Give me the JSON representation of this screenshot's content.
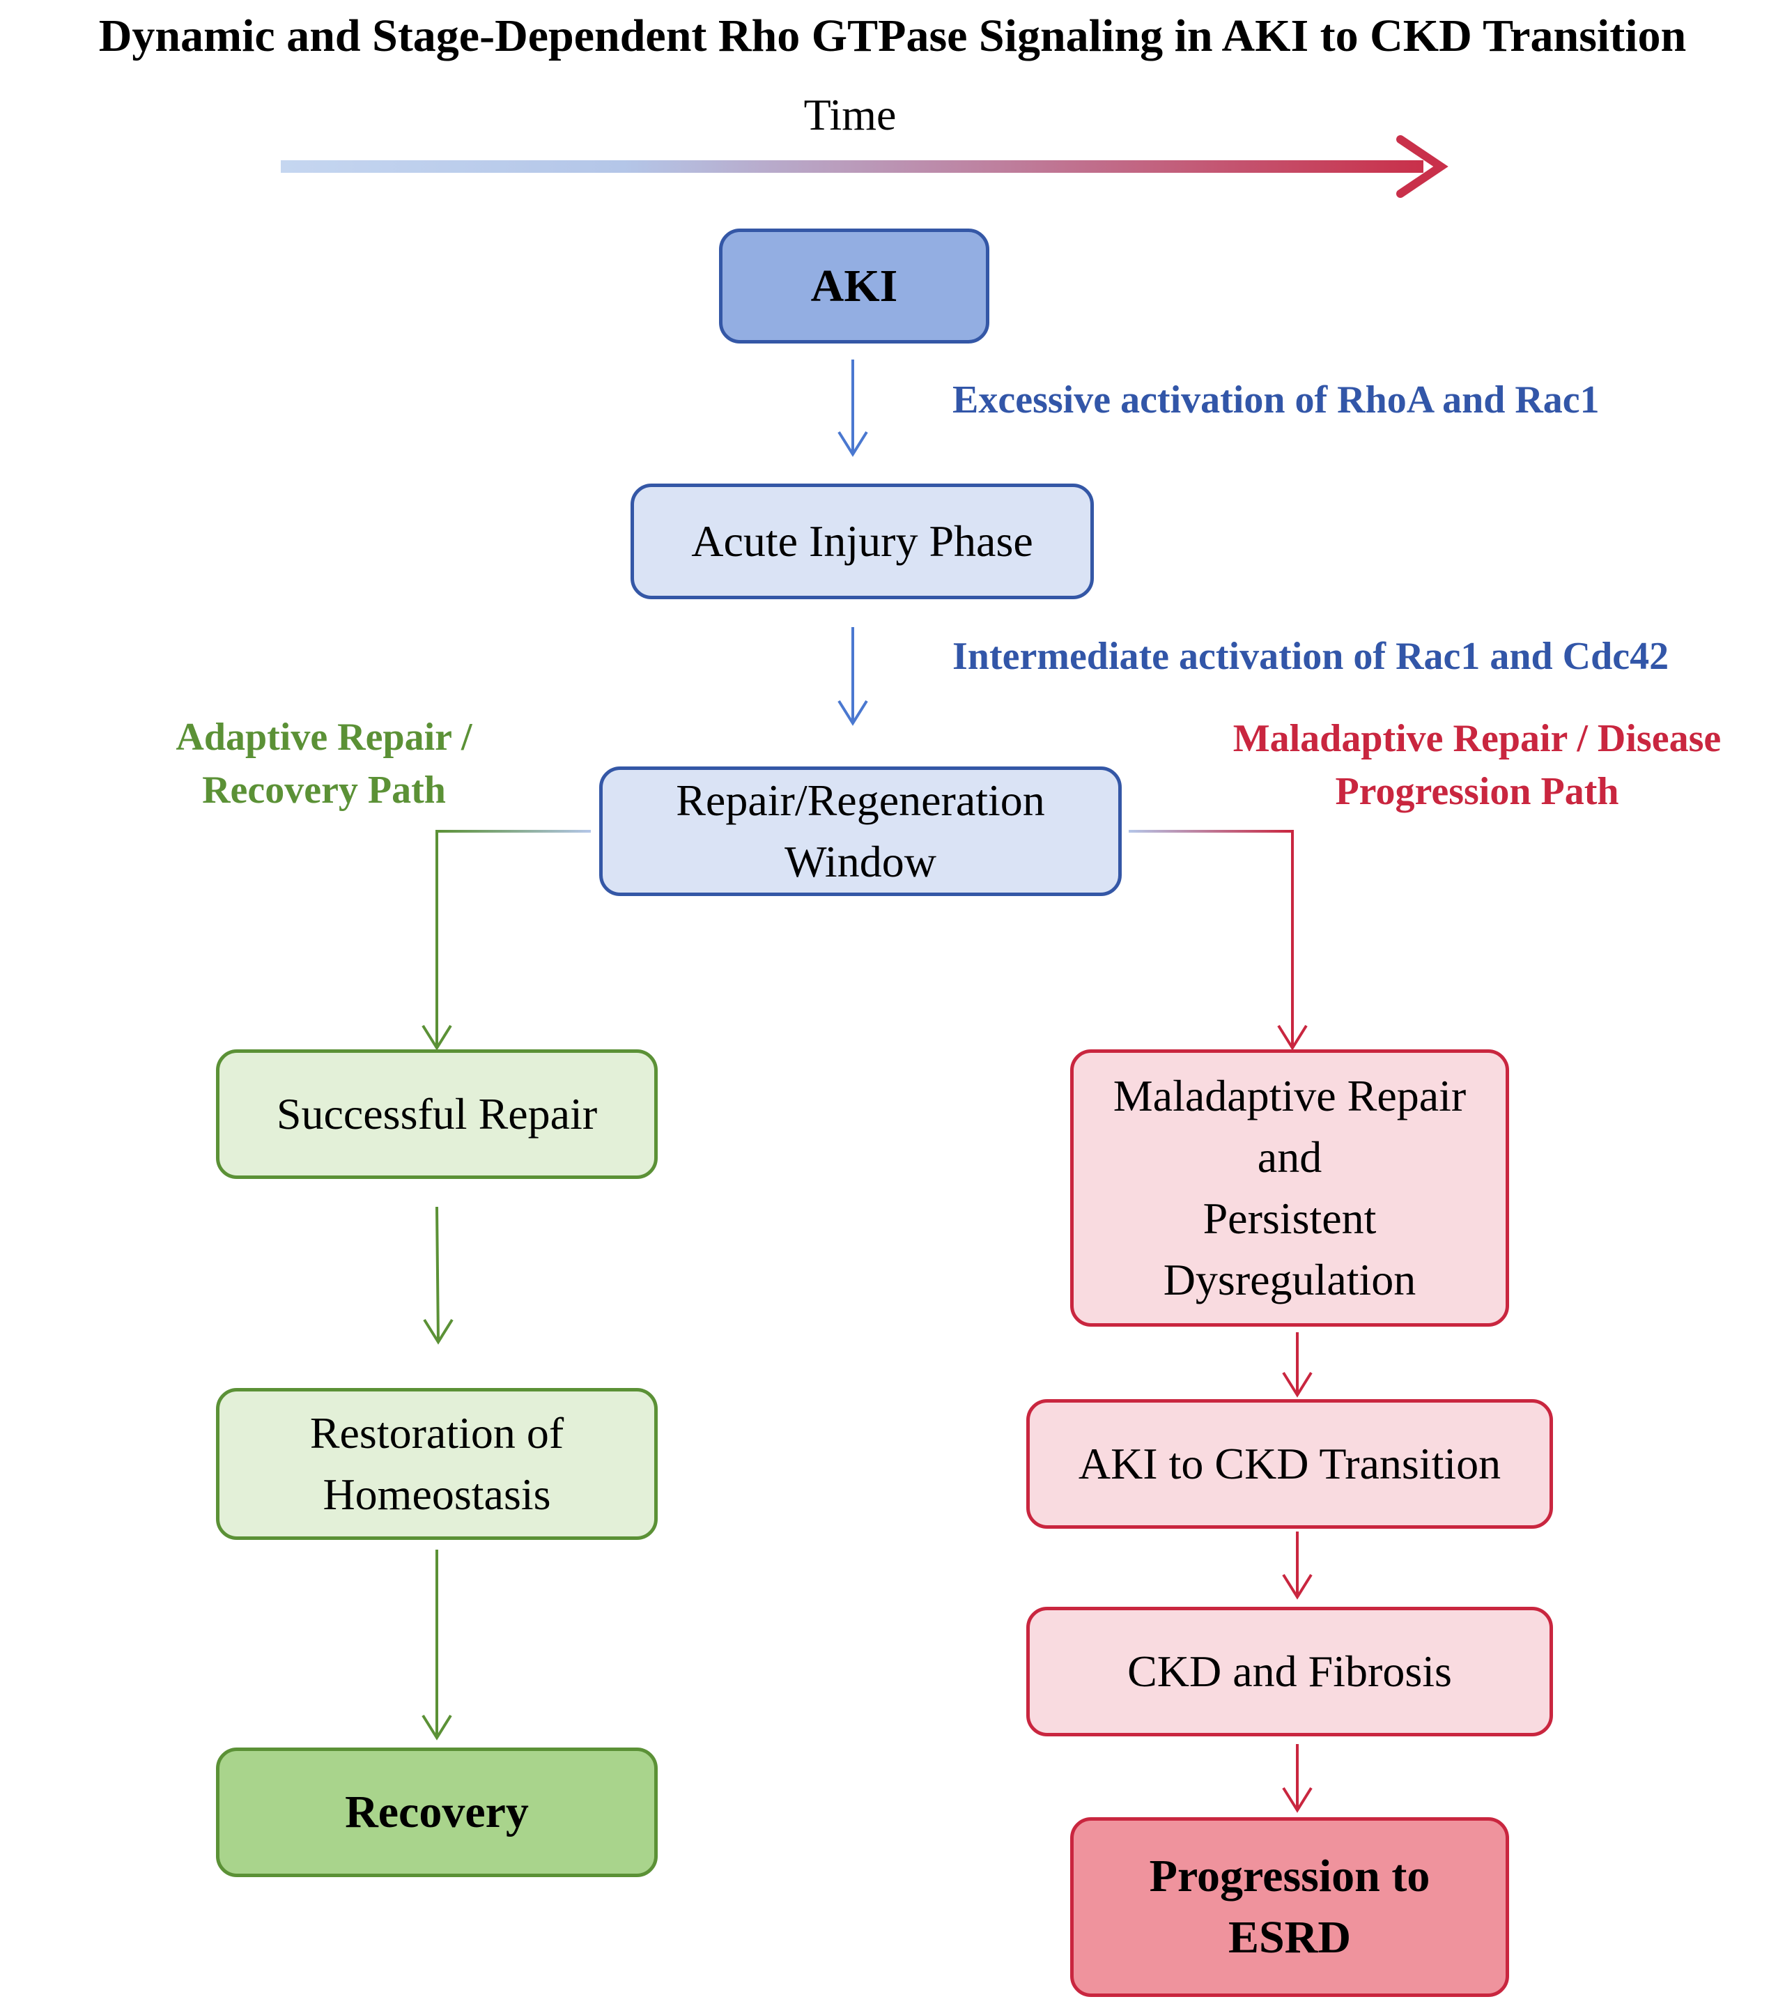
{
  "title": "Dynamic and Stage-Dependent Rho GTPase Signaling in AKI to CKD Transition",
  "time_axis": {
    "label": "Time",
    "gradient_start": "#c5d6f0",
    "gradient_end": "#c9304a"
  },
  "colors": {
    "blue": "#3457a6",
    "green": "#5b9136",
    "red": "#c9263f"
  },
  "nodes": {
    "aki": "AKI",
    "acute_injury": "Acute Injury Phase",
    "repair_window": "Repair/Regeneration\nWindow",
    "successful_repair": "Successful Repair",
    "restoration": "Restoration of\nHomeostasis",
    "recovery": "Recovery",
    "maladaptive": "Maladaptive Repair\nand\nPersistent\nDysregulation",
    "aki_ckd": "AKI to CKD Transition",
    "ckd_fibrosis": "CKD and Fibrosis",
    "esrd": "Progression to\nESRD"
  },
  "edge_labels": {
    "excessive": "Excessive activation of RhoA and Rac1",
    "intermediate": "Intermediate activation of Rac1 and Cdc42",
    "adaptive_path": "Adaptive Repair /\nRecovery Path",
    "maladaptive_path": "Maladaptive Repair / Disease\nProgression Path"
  }
}
